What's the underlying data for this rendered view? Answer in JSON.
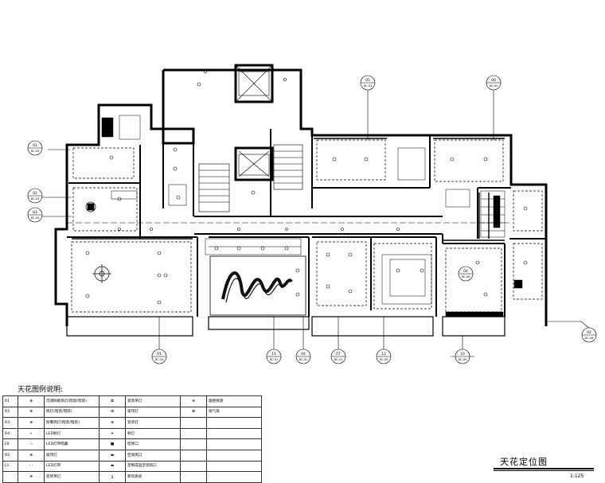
{
  "legend_title": "天花图例说明:",
  "legend_rows": [
    {
      "code": "R1",
      "sym": "⊕",
      "desc": "可调防眩筒灯(暗装/暗装)",
      "sym2": "✿",
      "desc2": "装饰吊灯",
      "sym3": "⊛",
      "desc3": "烟感探测"
    },
    {
      "code": "R2",
      "sym": "⊕",
      "desc": "筒灯(暗装/暗装)",
      "sym2": "⊞",
      "desc2": "吸顶灯",
      "sym3": "⊠",
      "desc3": "排气扇"
    },
    {
      "code": "R3",
      "sym": "⊕",
      "desc": "防雾筒灯(暗装/暗装)",
      "sym2": "⊕",
      "desc2": "装饰灯",
      "sym3": "",
      "desc3": ""
    },
    {
      "code": "R4",
      "sym": "+",
      "desc": "LED射灯",
      "sym2": "✦",
      "desc2": "射灯",
      "sym3": "",
      "desc3": ""
    },
    {
      "code": "F6",
      "sym": "—",
      "desc": "LED灯带暗藏",
      "sym2": "■",
      "desc2": "检修口",
      "sym3": "",
      "desc3": ""
    },
    {
      "code": "R5",
      "sym": "⊕",
      "desc": "吸顶灯",
      "sym2": "▬",
      "desc2": "空调风口",
      "sym3": "",
      "desc3": ""
    },
    {
      "code": "L1",
      "sym": "- -",
      "desc": "LED灯带",
      "sym2": "▬",
      "desc2": "定制成品空调风口",
      "sym3": "",
      "desc3": ""
    },
    {
      "code": "",
      "sym": "⊕",
      "desc": "装饰吊灯",
      "sym2": "ʓ",
      "desc2": "新风系统",
      "sym3": "",
      "desc3": ""
    }
  ],
  "sheet_title": "天花定位图",
  "sheet_scale": "1:125",
  "callouts": [
    {
      "num": "01",
      "ref": "DC-05"
    },
    {
      "num": "02",
      "ref": "DC-05"
    },
    {
      "num": "03",
      "ref": "DC-05"
    },
    {
      "num": "05",
      "ref": "DC-02"
    },
    {
      "num": "06",
      "ref": "DC-02"
    },
    {
      "num": "01",
      "ref": "DC-05"
    },
    {
      "num": "11",
      "ref": "DC-01"
    },
    {
      "num": "04",
      "ref": "DC-01"
    },
    {
      "num": "07",
      "ref": "DC-01"
    },
    {
      "num": "12",
      "ref": "DC-05"
    },
    {
      "num": "10",
      "ref": "DC-05"
    },
    {
      "num": "02",
      "ref": "DC-06"
    }
  ],
  "room_tag": "04",
  "room_tag_ref": "DC-06"
}
